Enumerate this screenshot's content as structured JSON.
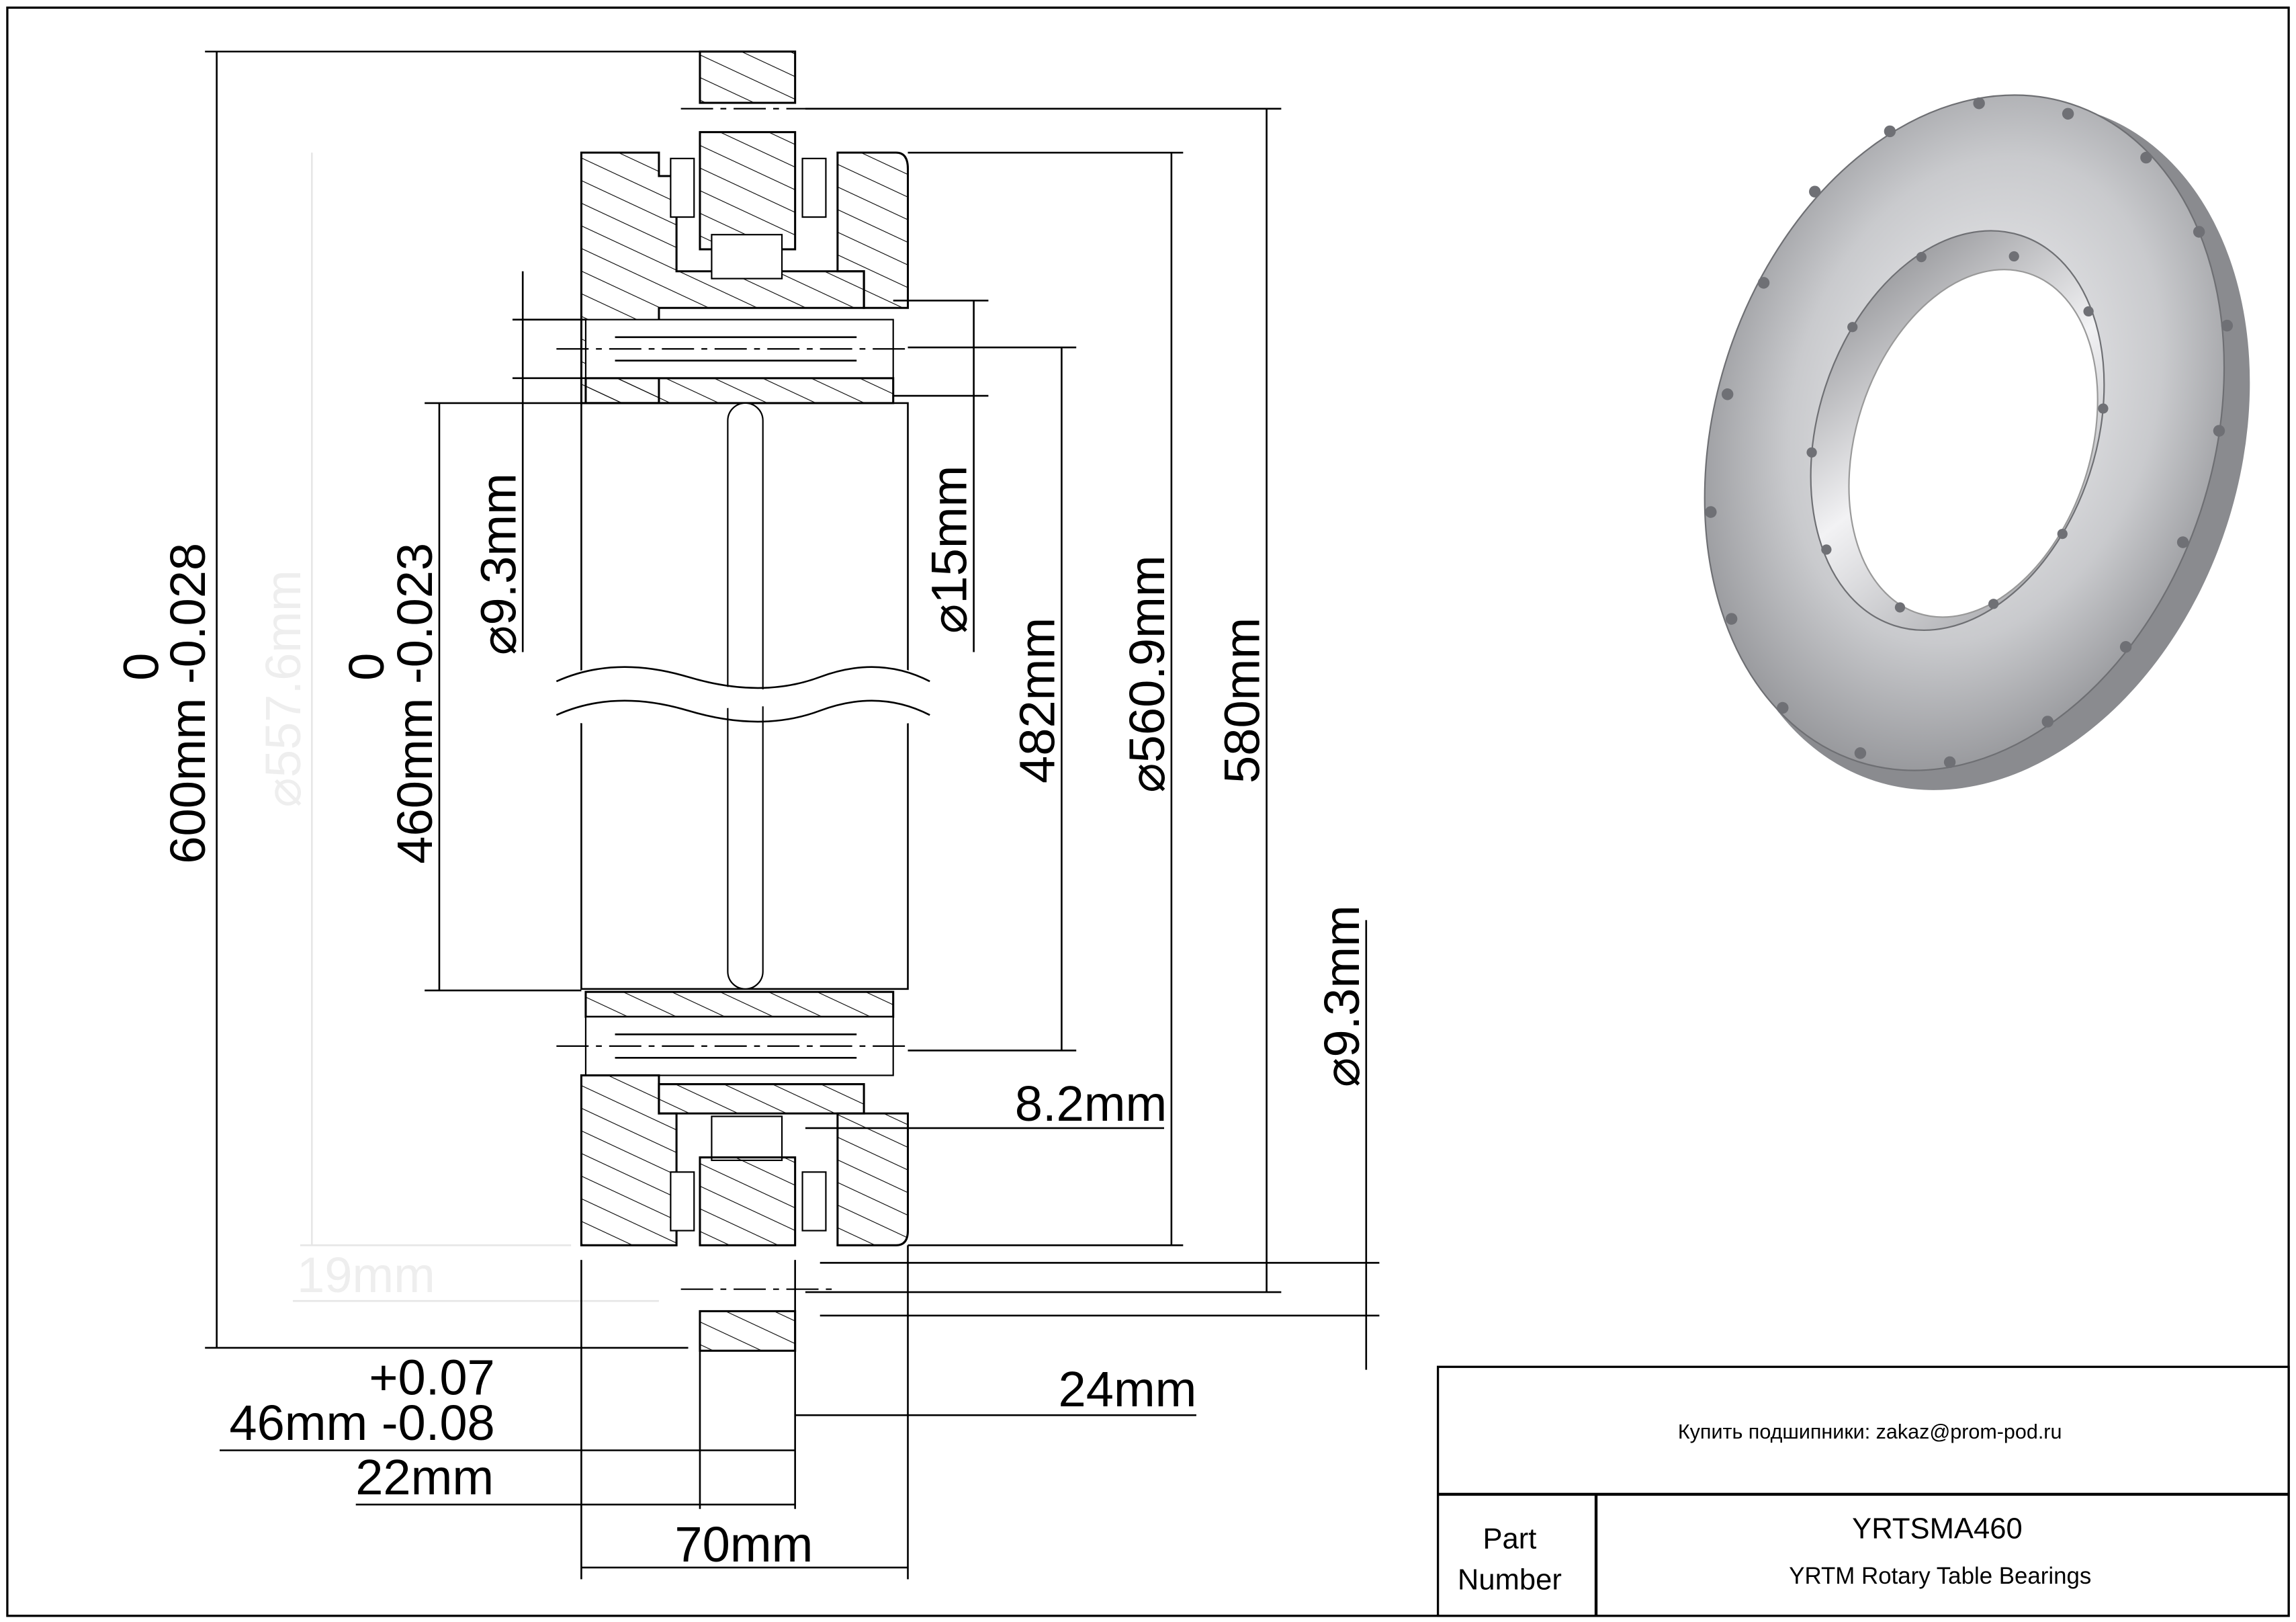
{
  "dimensions": {
    "outer_dia_tol_top": "0",
    "outer_dia": "600mm -0.028",
    "bore_tol_top": "0",
    "bore": "460mm -0.023",
    "light_dia": "557.6mm",
    "hole_dia_left": "9.3mm",
    "counterbore_dia": "15mm",
    "pitch_482": "482mm",
    "pitch_560": "560.9mm",
    "pitch_580": "580mm",
    "hole_dia_right": "9.3mm",
    "offset_8_2": "8.2mm",
    "light_19": "19mm",
    "height_tol_plus": "+0.07",
    "height_46": "46mm -0.08",
    "w22": "22mm",
    "w24": "24mm",
    "w70": "70mm",
    "dia_symbol": "⌀"
  },
  "title_block": {
    "contact": "Купить подшипники: zakaz@prom-pod.ru",
    "part_label_1": "Part",
    "part_label_2": "Number",
    "part_number": "YRTSMA460",
    "description": "YRTM Rotary Table Bearings"
  }
}
